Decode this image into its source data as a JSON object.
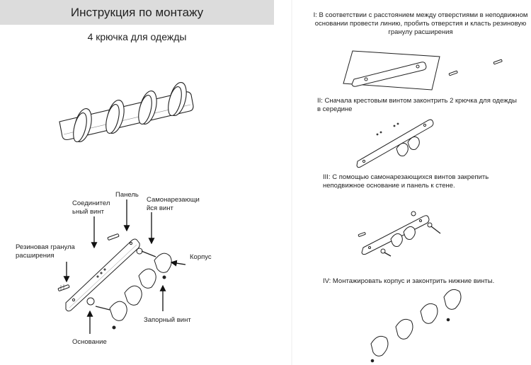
{
  "header": {
    "title": "Инструкция по монтажу",
    "subtitle": "4 крючка для одежды"
  },
  "labels": {
    "connector_screw_l1": "Соединител",
    "connector_screw_l2": "ьный винт",
    "panel": "Панель",
    "selftap_l1": "Самонарезающи",
    "selftap_l2": "йся винт",
    "rubber_l1": "Резиновая гранула",
    "rubber_l2": "расширения",
    "body": "Корпус",
    "lock_screw": "Запорный винт",
    "base": "Основание"
  },
  "steps": [
    {
      "text_l1": "I: В соответствии с расстоянием между отверстиями в неподвижном",
      "text_l2": "основании провести линию, пробить отверстия и класть резиновую",
      "text_l3": "гранулу расширения"
    },
    {
      "text_l1": "II: Сначала крестовым винтом законтрить 2 крючка для одежды",
      "text_l2": "в середине",
      "text_l3": ""
    },
    {
      "text_l1": "III: С помощью самонарезающихся винтов закрепить",
      "text_l2": "неподвижное основание и панель к стене.",
      "text_l3": ""
    },
    {
      "text_l1": "IV: Монтажировать корпус и законтрить нижние винты.",
      "text_l2": "",
      "text_l3": ""
    }
  ]
}
